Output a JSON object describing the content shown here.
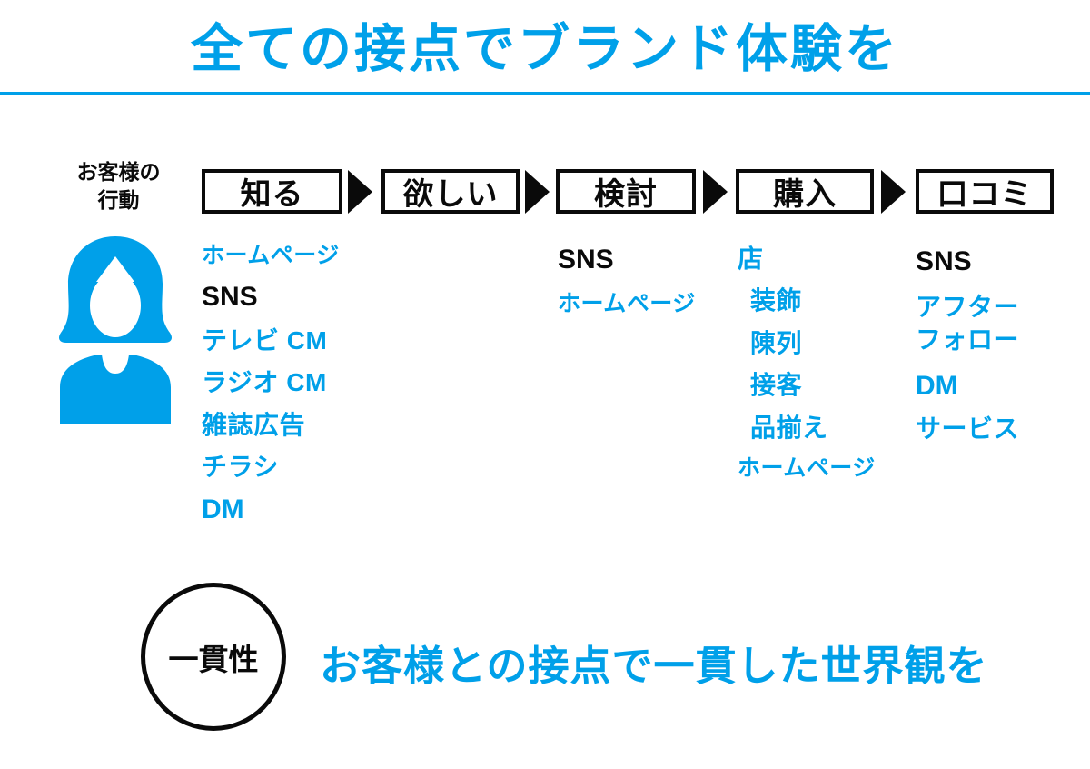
{
  "colors": {
    "accent": "#00A0E9",
    "ink": "#0a0a0a"
  },
  "title": {
    "text": "全ての接点でブランド体験を"
  },
  "customer": {
    "label": "お客様の\n行動",
    "avatar": "female-customer"
  },
  "stages": [
    {
      "label": "知る"
    },
    {
      "label": "欲しい"
    },
    {
      "label": "検討"
    },
    {
      "label": "購入"
    },
    {
      "label": "口コミ"
    }
  ],
  "touchpoints": {
    "know": [
      {
        "text": "ホームページ",
        "color": "accent"
      },
      {
        "text": "SNS",
        "color": "ink"
      },
      {
        "text": "テレビ CM",
        "color": "accent"
      },
      {
        "text": "ラジオ CM",
        "color": "accent"
      },
      {
        "text": "雑誌広告",
        "color": "accent"
      },
      {
        "text": "チラシ",
        "color": "accent"
      },
      {
        "text": "DM",
        "color": "accent"
      }
    ],
    "consider": [
      {
        "text": "SNS",
        "color": "ink"
      },
      {
        "text": "ホームページ",
        "color": "accent"
      }
    ],
    "purchase": [
      {
        "text": "店",
        "color": "accent"
      },
      {
        "text": "装飾",
        "color": "accent"
      },
      {
        "text": "陳列",
        "color": "accent"
      },
      {
        "text": "接客",
        "color": "accent"
      },
      {
        "text": "品揃え",
        "color": "accent"
      },
      {
        "text": "ホームページ",
        "color": "accent"
      }
    ],
    "word_of_mouth": [
      {
        "text": "SNS",
        "color": "ink"
      },
      {
        "text": "アフター\nフォロー",
        "color": "accent"
      },
      {
        "text": "DM",
        "color": "accent"
      },
      {
        "text": "サービス",
        "color": "accent"
      }
    ]
  },
  "conclusion": {
    "badge": "一貫性",
    "message": "お客様との接点で一貫した世界観を"
  }
}
